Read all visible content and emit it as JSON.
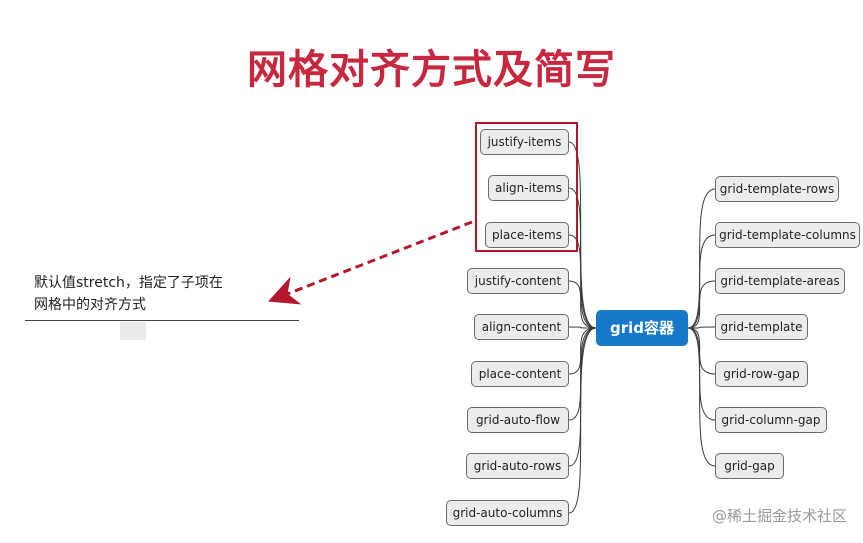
{
  "title": "网格对齐方式及简写",
  "center": "grid容器",
  "left_nodes": [
    "justify-items",
    "align-items",
    "place-items",
    "justify-content",
    "align-content",
    "place-content",
    "grid-auto-flow",
    "grid-auto-rows",
    "grid-auto-columns"
  ],
  "right_nodes": [
    "grid-template-rows",
    "grid-template-columns",
    "grid-template-areas",
    "grid-template",
    "grid-row-gap",
    "grid-column-gap",
    "grid-gap"
  ],
  "note": {
    "line1": "默认值stretch，指定了子项在",
    "line2": "网格中的对齐方式"
  },
  "watermark": "@稀土掘金技术社区",
  "colors": {
    "title": "#c8283f",
    "center_bg": "#1578c8",
    "highlight": "#b3172e",
    "node_bg": "#ececec"
  }
}
